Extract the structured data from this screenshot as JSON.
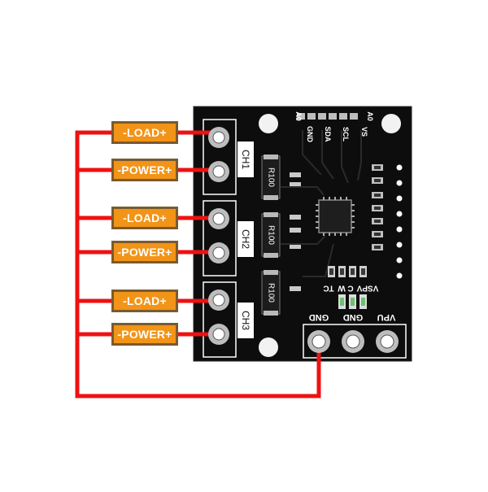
{
  "board": {
    "channels": [
      "CH1",
      "CH2",
      "CH3"
    ],
    "shunt_resistor": "R100",
    "top_pins": [
      "GND",
      "SDA",
      "SCL",
      "VS"
    ],
    "address_pads": [
      "A0",
      "A0"
    ],
    "bottom_pin_labels": [
      "VSPV",
      "C",
      "W",
      "TC"
    ],
    "power_pins": [
      "GND",
      "GND",
      "VPU"
    ]
  },
  "labels": {
    "load": "-LOAD+",
    "power": "-POWER+"
  },
  "colors": {
    "wire": "#ee1111",
    "label_fill": "#f29418",
    "label_border": "#7a5a2e",
    "pcb": "#0d0d0d",
    "silkscreen": "#ffffff"
  }
}
